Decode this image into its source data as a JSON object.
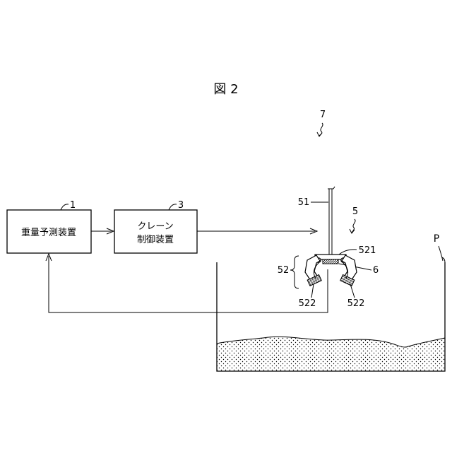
{
  "figure": {
    "title": "図 2"
  },
  "blocks": {
    "weight_prediction": {
      "ref": "1",
      "line1": "重量予測装置"
    },
    "crane_control": {
      "ref": "3",
      "line1": "クレーン",
      "line2": "制御装置"
    }
  },
  "crane": {
    "system_ref": "7",
    "cable_ref": "51",
    "bucket_ref": "5",
    "frame_ref": "521",
    "sensor_ref": "6",
    "claws_ref": "52",
    "claw_left_ref": "522",
    "claw_right_ref": "522"
  },
  "pit": {
    "ref": "P"
  }
}
